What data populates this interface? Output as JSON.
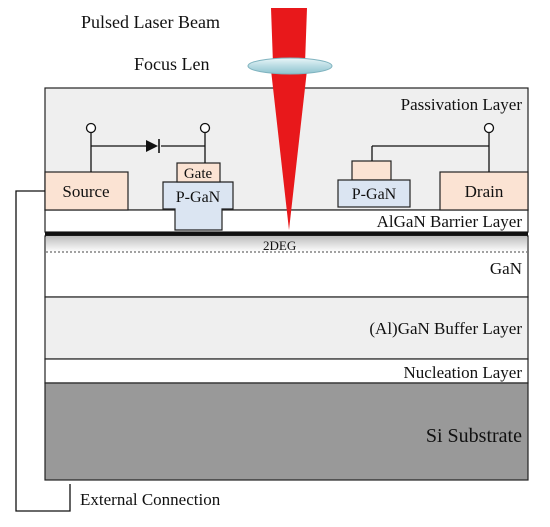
{
  "labels": {
    "laser": "Pulsed Laser Beam",
    "lens": "Focus Len",
    "passivation": "Passivation Layer",
    "source": "Source",
    "gate": "Gate",
    "pgan_left": "P-GaN",
    "pgan_right": "P-GaN",
    "drain": "Drain",
    "barrier": "AlGaN  Barrier  Layer",
    "twodeg": "2DEG",
    "gan": "GaN",
    "buffer": "(Al)GaN  Buffer  Layer",
    "nucleation": "Nucleation  Layer",
    "substrate": "Si  Substrate",
    "external": "External Connection"
  },
  "colors": {
    "passivation": "#efefef",
    "contact": "#fbe3d3",
    "pgan": "#dbe5f2",
    "laser": "#e8181b",
    "lens": "#cfe6ec",
    "substrate": "#999999",
    "buffer": "#efefef"
  }
}
